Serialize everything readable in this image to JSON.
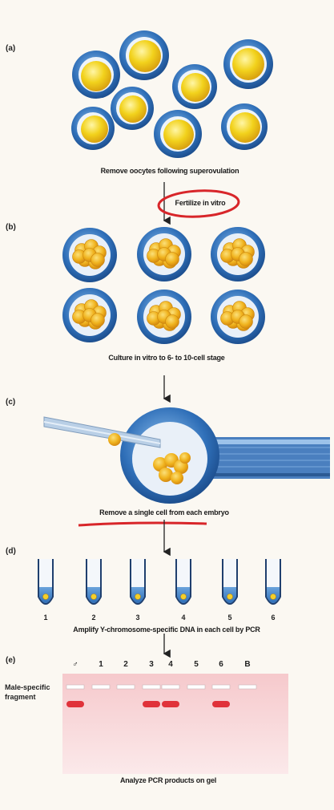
{
  "panels": {
    "a": {
      "label": "(a)",
      "caption": "Remove oocytes following superovulation",
      "arrow_label": "Fertilize in vitro"
    },
    "b": {
      "label": "(b)",
      "caption": "Culture in vitro to 6- to 10-cell stage"
    },
    "c": {
      "label": "(c)",
      "caption": "Remove a single cell from each embryo"
    },
    "d": {
      "label": "(d)",
      "caption": "Amplify Y-chromosome-specific DNA in each cell by PCR",
      "tubes": [
        "1",
        "2",
        "3",
        "4",
        "5",
        "6"
      ]
    },
    "e": {
      "label": "(e)",
      "caption": "Analyze PCR products on gel",
      "lanes": [
        "♂",
        "1",
        "2",
        "3",
        "4",
        "5",
        "6",
        "B"
      ],
      "band_label": "Male-specific fragment",
      "bands_present": [
        true,
        false,
        false,
        true,
        true,
        false,
        true,
        false
      ]
    }
  },
  "colors": {
    "zona": "#2f6fb8",
    "yolk": "#f2d21c",
    "annotation": "#d8262a",
    "band": "#e0323a"
  }
}
